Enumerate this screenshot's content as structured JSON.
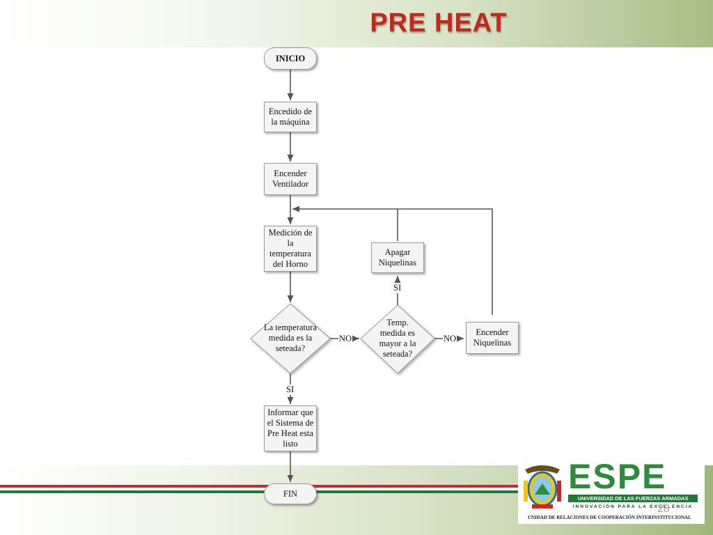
{
  "slide": {
    "title": "PRE HEAT",
    "page_number": "28"
  },
  "flowchart": {
    "nodes": {
      "inicio": "INICIO",
      "encendido": "Encedido de\nla máquina",
      "ventilador": "Encender\nVentilador",
      "medicion": "Medición de\nla\ntemperatura\ndel Horno",
      "decision1": "La temperatura\nmedida es la\nseteada?",
      "decision2": "Temp.\nmedida es\nmayor a la\nseteada?",
      "apagar": "Apagar\nNiquelinas",
      "encender_niq": "Encender\nNiquelinas",
      "informar": "Informar que\nel Sistema de\nPre Heat esta\nlisto",
      "fin": "FIN"
    },
    "edge_labels": {
      "d1_no": "NO",
      "d2_no": "NO",
      "d2_si": "SI",
      "d1_si": "SI"
    }
  },
  "logo": {
    "name": "ESPE",
    "line1": "UNIVERSIDAD DE LAS FUERZAS ARMADAS",
    "line2": "INNOVACIÓN PARA LA EXCELENCIA",
    "line3": "UNIDAD DE RELACIONES DE COOPERACIÓN INTERINSTITUCIONAL"
  },
  "colors": {
    "title_red": "#c5271b",
    "brand_green": "#2e8b3a",
    "stripe_red": "#c8282a",
    "stripe_green": "#1e7a36"
  }
}
